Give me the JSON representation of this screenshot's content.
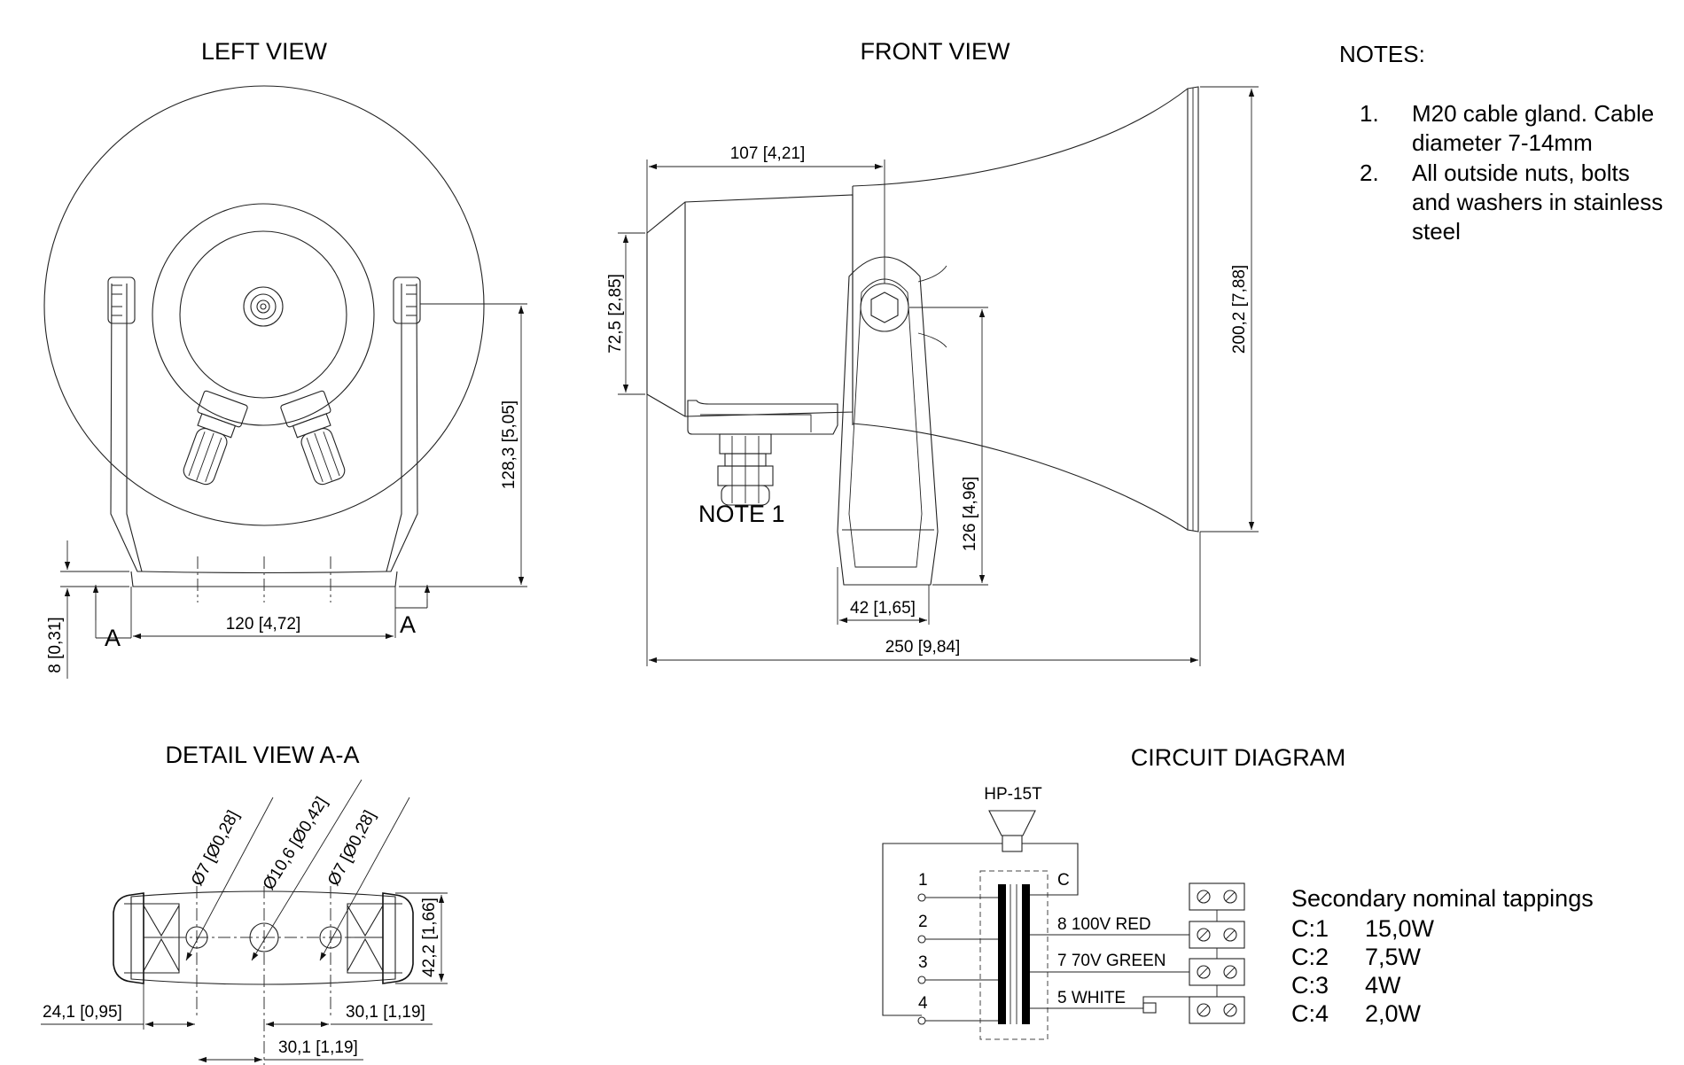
{
  "views": {
    "left": "LEFT VIEW",
    "front": "FRONT VIEW",
    "detail": "DETAIL VIEW A-A",
    "circuit": "CIRCUIT DIAGRAM"
  },
  "notes": {
    "heading": "NOTES:",
    "items": [
      {
        "num": "1.",
        "lines": [
          "M20 cable gland. Cable",
          "diameter 7-14mm"
        ]
      },
      {
        "num": "2.",
        "lines": [
          "All outside nuts, bolts",
          "and washers in stainless",
          "steel"
        ]
      }
    ]
  },
  "left_view": {
    "dim_height": "128,3 [5,05]",
    "dim_width": "120 [4,72]",
    "dim_base": "8 [0,31]",
    "section_mark": "A"
  },
  "front_view": {
    "dim_depth": "107 [4,21]",
    "dim_rear": "72,5 [2,85]",
    "dim_diameter": "200,2 [7,88]",
    "dim_bracket_h": "126 [4,96]",
    "dim_bracket_w": "42 [1,65]",
    "dim_length": "250 [9,84]",
    "note_label": "NOTE 1"
  },
  "detail_view": {
    "hole_left": "Ø7 [Ø0,28]",
    "hole_center": "Ø10,6 [Ø0,42]",
    "hole_right": "Ø7 [Ø0,28]",
    "dim_height": "42,2 [1,66]",
    "dim_left": "24,1 [0,95]",
    "dim_right": "30,1 [1,19]",
    "dim_center": "30,1 [1,19]"
  },
  "circuit": {
    "speaker": "HP-15T",
    "terminals": [
      "1",
      "2",
      "3",
      "4"
    ],
    "common": "C",
    "taps": [
      "8 100V RED",
      "7 70V GREEN",
      "5 WHITE"
    ],
    "tappings_title": "Secondary nominal tappings",
    "tappings": [
      {
        "code": "C:1",
        "power": "15,0W"
      },
      {
        "code": "C:2",
        "power": "7,5W"
      },
      {
        "code": "C:3",
        "power": "4W"
      },
      {
        "code": "C:4",
        "power": "2,0W"
      }
    ]
  }
}
